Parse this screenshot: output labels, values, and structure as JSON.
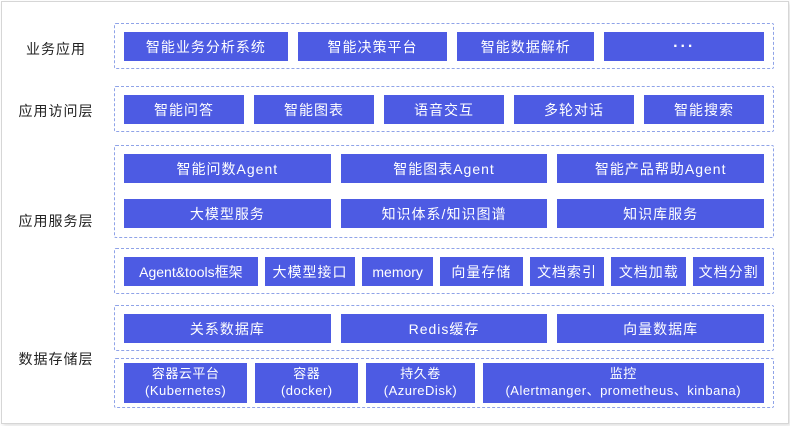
{
  "colors": {
    "node_fill": "#4d5be3",
    "dashed_border": "#8fa3e8",
    "label_text": "#222222",
    "background": "#ffffff"
  },
  "layer_labels": {
    "business": "业务应用",
    "access": "应用访问层",
    "service": "应用服务层",
    "storage": "数据存储层"
  },
  "rows": {
    "business_apps": [
      "智能业务分析系统",
      "智能决策平台",
      "智能数据解析",
      "···"
    ],
    "access": [
      "智能问答",
      "智能图表",
      "语音交互",
      "多轮对话",
      "智能搜索"
    ],
    "agents": [
      "智能问数Agent",
      "智能图表Agent",
      "智能产品帮助Agent"
    ],
    "core_services": [
      "大模型服务",
      "知识体系/知识图谱",
      "知识库服务"
    ],
    "framework": [
      "Agent&tools框架",
      "大模型接口",
      "memory",
      "向量存储",
      "文档索引",
      "文档加载",
      "文档分割"
    ],
    "databases": [
      "关系数据库",
      "Redis缓存",
      "向量数据库"
    ],
    "infrastructure": [
      {
        "line1": "容器云平台",
        "line2": "(Kubernetes)"
      },
      {
        "line1": "容器",
        "line2": "(docker)"
      },
      {
        "line1": "持久卷",
        "line2": "(AzureDisk)"
      },
      {
        "line1": "监控",
        "line2": "(Alertmanger、prometheus、kinbana)"
      }
    ]
  }
}
